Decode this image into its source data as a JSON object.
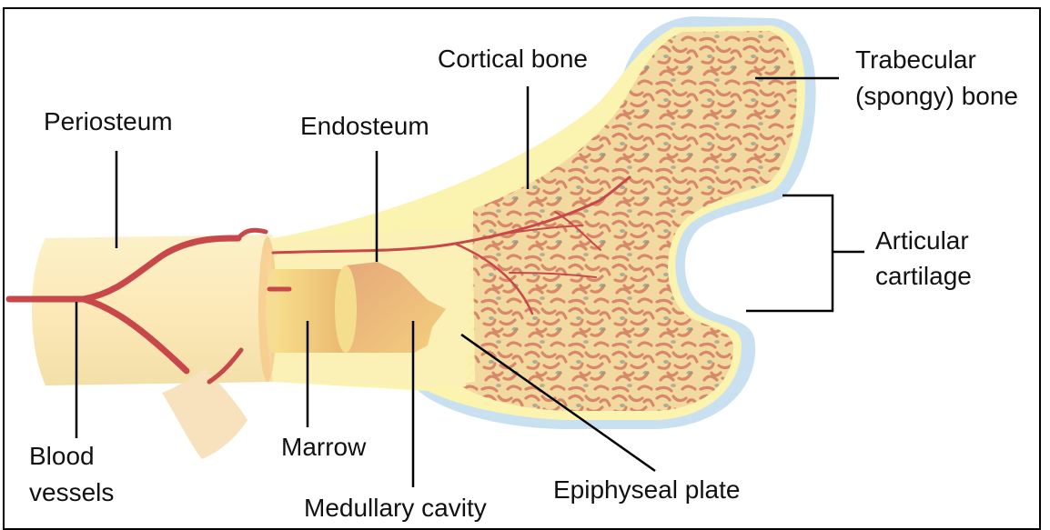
{
  "labels": {
    "cortical_bone": "Cortical bone",
    "trabecular_line1": "Trabecular",
    "trabecular_line2": "(spongy) bone",
    "periosteum": "Periosteum",
    "endosteum": "Endosteum",
    "articular_line1": "Articular",
    "articular_line2": "cartilage",
    "blood_line1": "Blood",
    "blood_line2": "vessels",
    "marrow": "Marrow",
    "medullary_cavity": "Medullary cavity",
    "epiphyseal_plate": "Epiphyseal plate"
  },
  "colors": {
    "cartilage_blue": "#c9e0f0",
    "cortical_yellow": "#fbf3b0",
    "spongy_base": "#f2d9a0",
    "spongy_strand": "#d9876a",
    "spongy_gray": "#8a9a90",
    "vessel_red": "#c8474b",
    "periosteum_cream": "#f7e9c9",
    "marrow_yellow": "#f5d98a",
    "leader_line": "#000000"
  }
}
